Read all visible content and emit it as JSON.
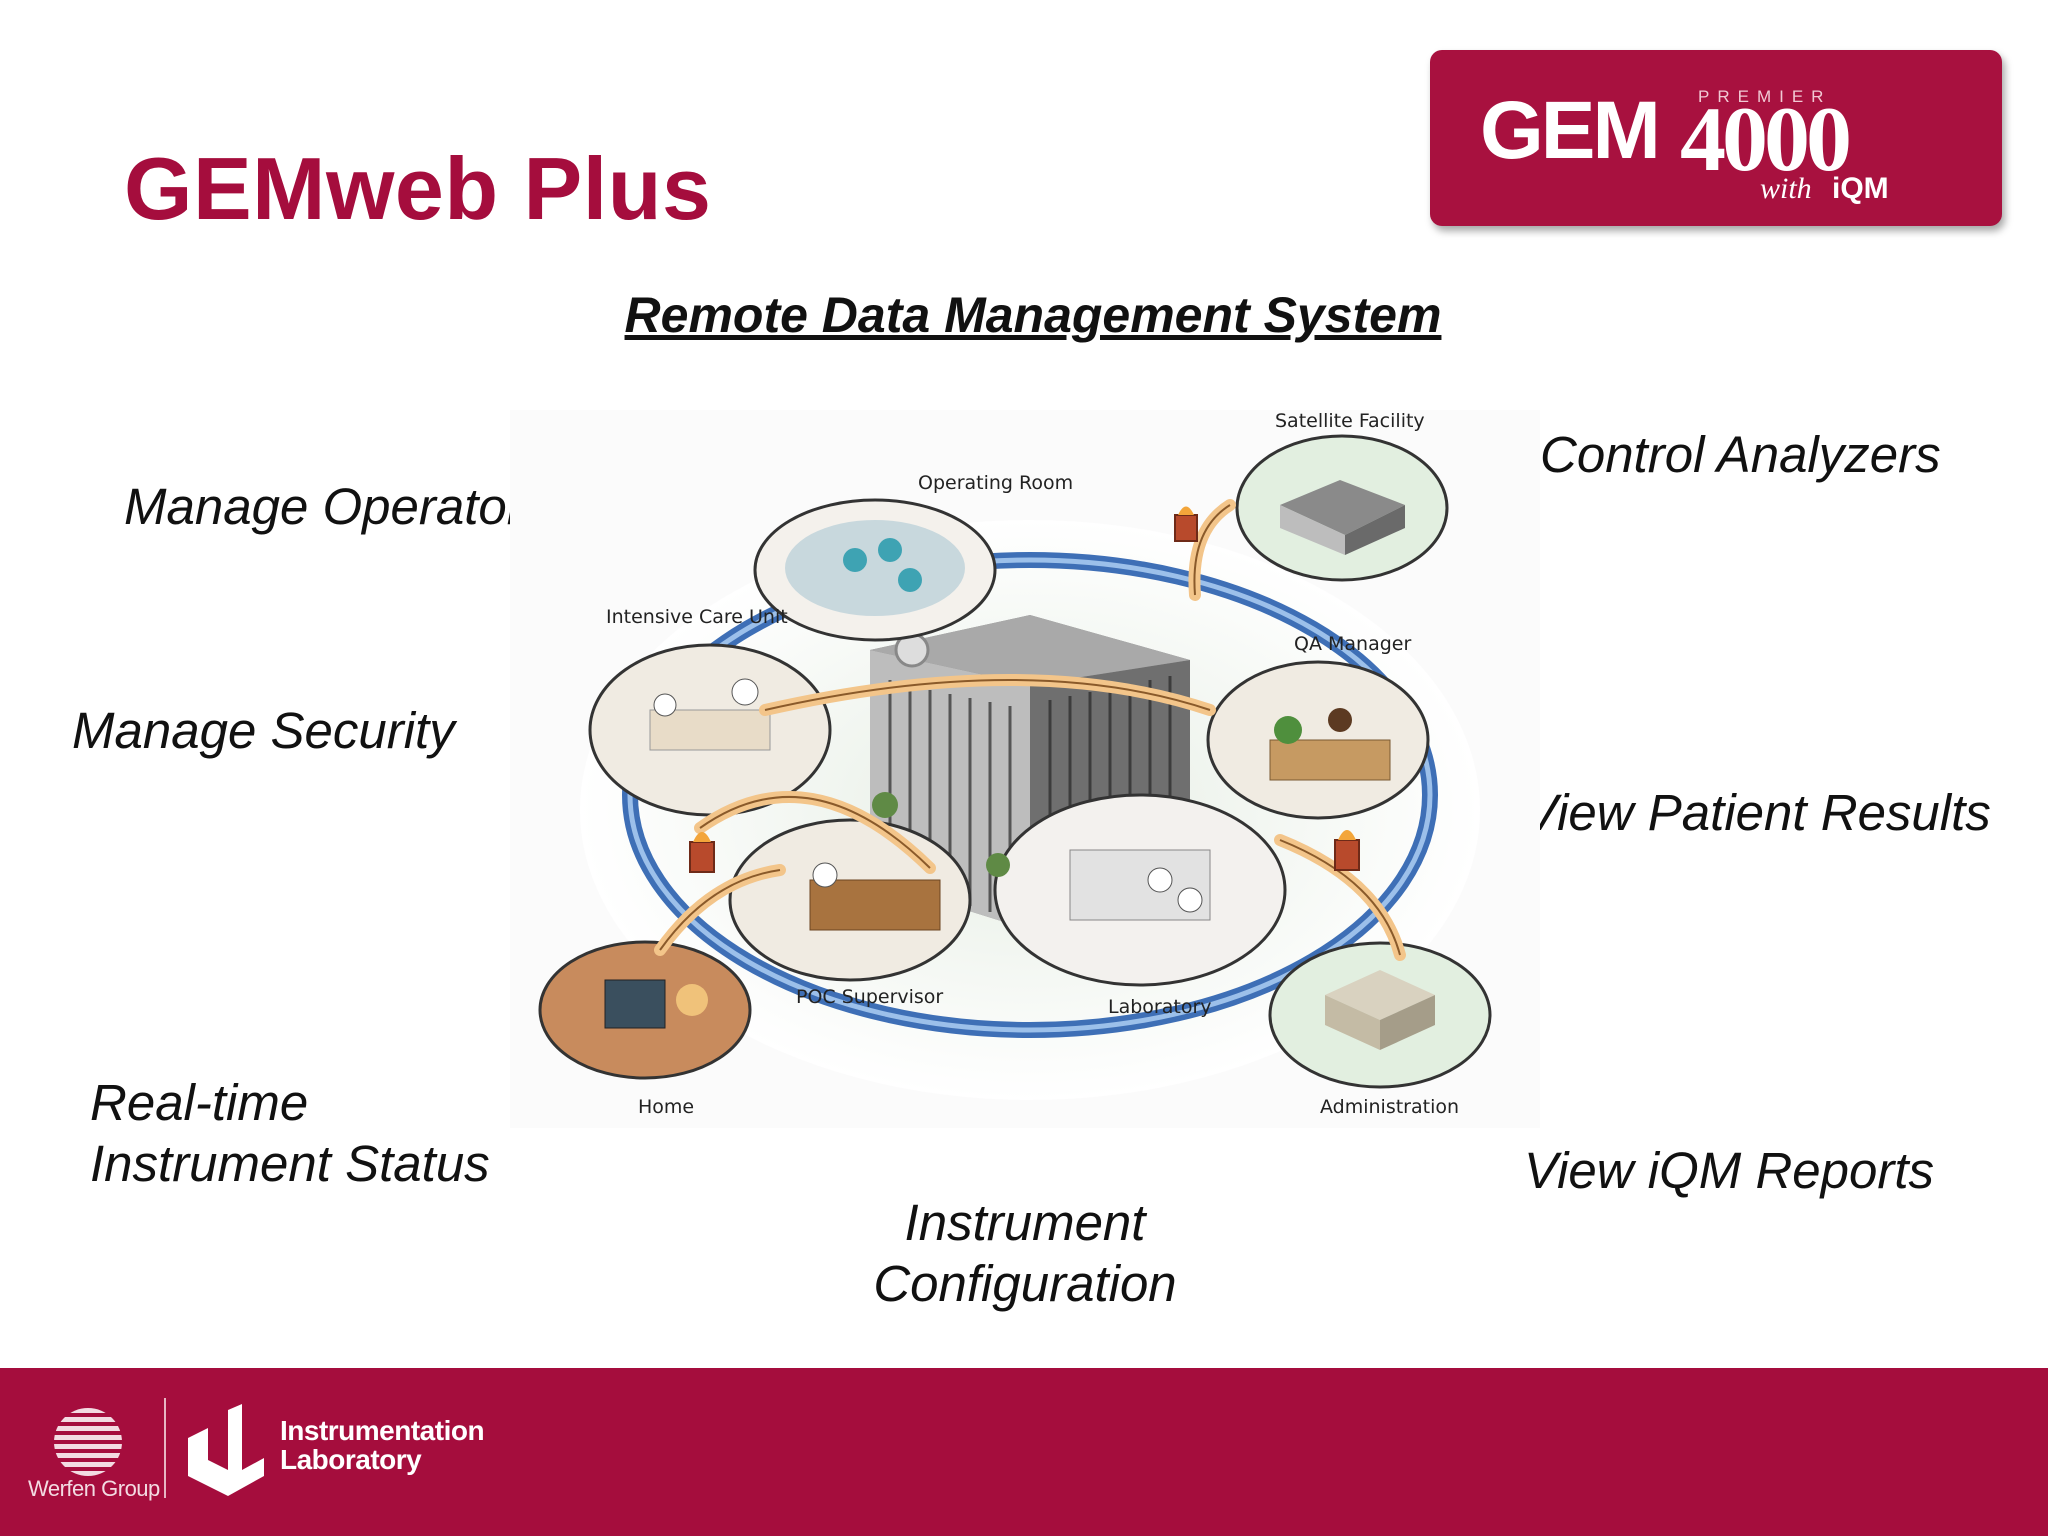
{
  "slide": {
    "title": "GEMweb Plus",
    "subtitle": "Remote Data Management System"
  },
  "logo": {
    "brand": "GEM",
    "number": "4000",
    "premier": "PREMIER",
    "with_text": "with",
    "iqm": "iQM",
    "background_color": "#a8113f"
  },
  "features": {
    "manage_operators": "Manage Operators",
    "manage_security": "Manage Security",
    "realtime_line1": "Real-time",
    "realtime_line2": "Instrument Status",
    "config_line1": "Instrument",
    "config_line2": "Configuration",
    "control_analyzers": "Control Analyzers",
    "view_patient_results": "View Patient Results",
    "view_iqm_reports": "View iQM Reports"
  },
  "diagram": {
    "satellite_facility": "Satellite Facility",
    "operating_room": "Operating Room",
    "intensive_care_unit": "Intensive Care Unit",
    "qa_manager": "QA Manager",
    "poc_supervisor": "POC Supervisor",
    "laboratory": "Laboratory",
    "home": "Home",
    "administration": "Administration"
  },
  "footer": {
    "werfen": "Werfen Group",
    "il_line1": "Instrumentation",
    "il_line2": "Laboratory",
    "background_color": "#a50d3d"
  }
}
